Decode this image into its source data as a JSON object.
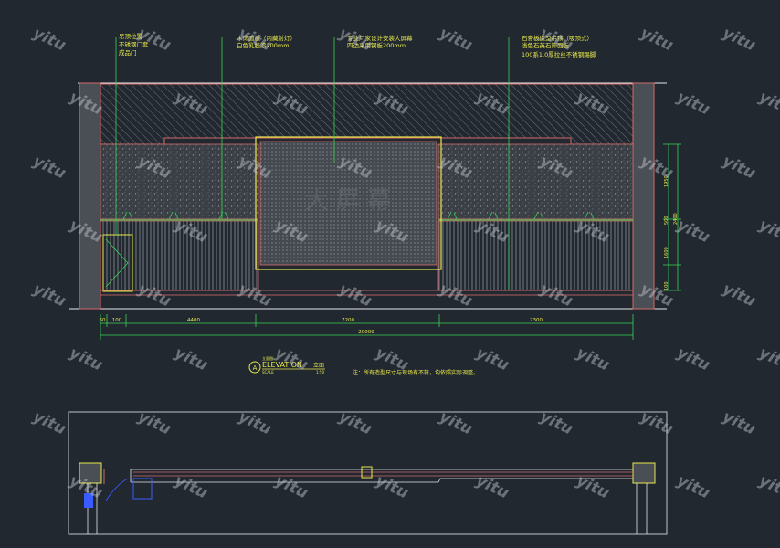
{
  "colors": {
    "background": "#212830",
    "line_white": "#e6e6e6",
    "line_green": "#39d353",
    "line_yellow": "#e8e84a",
    "line_red": "#d46a6a",
    "line_blue": "#3a5cff",
    "watermark": "#c8ccd2"
  },
  "annotations": [
    {
      "lines": [
        "吊顶位置",
        "不锈钢门套",
        "成品门"
      ]
    },
    {
      "lines": [
        "木饰面板（内藏射灯）",
        "白色乳胶漆200mm"
      ]
    },
    {
      "lines": [
        "专业厂家设计安装大屏幕",
        "四边采用钢板200mm"
      ]
    },
    {
      "lines": [
        "石膏板造型吊顶（吸顶式）",
        "浅色石英石饰面板",
        "100系1.0厚拉丝不锈钢踢脚"
      ]
    }
  ],
  "screen_text": "大 屏 幕",
  "dimensions": {
    "bottom_segments": [
      "60",
      "100",
      "4400",
      "7200",
      "7300"
    ],
    "total": "20000",
    "right_side": [
      "1950",
      "500",
      "2400",
      "1600",
      "100"
    ]
  },
  "elevation_label": {
    "symbol": "A",
    "title": "ELEVATION",
    "suffix": "立面",
    "scale": "SCALE",
    "small_top": "立面图",
    "ratio": "1:50"
  },
  "note": "注：所有造型尺寸与现场有不符，均依照实际调整。",
  "watermark": "yitu"
}
